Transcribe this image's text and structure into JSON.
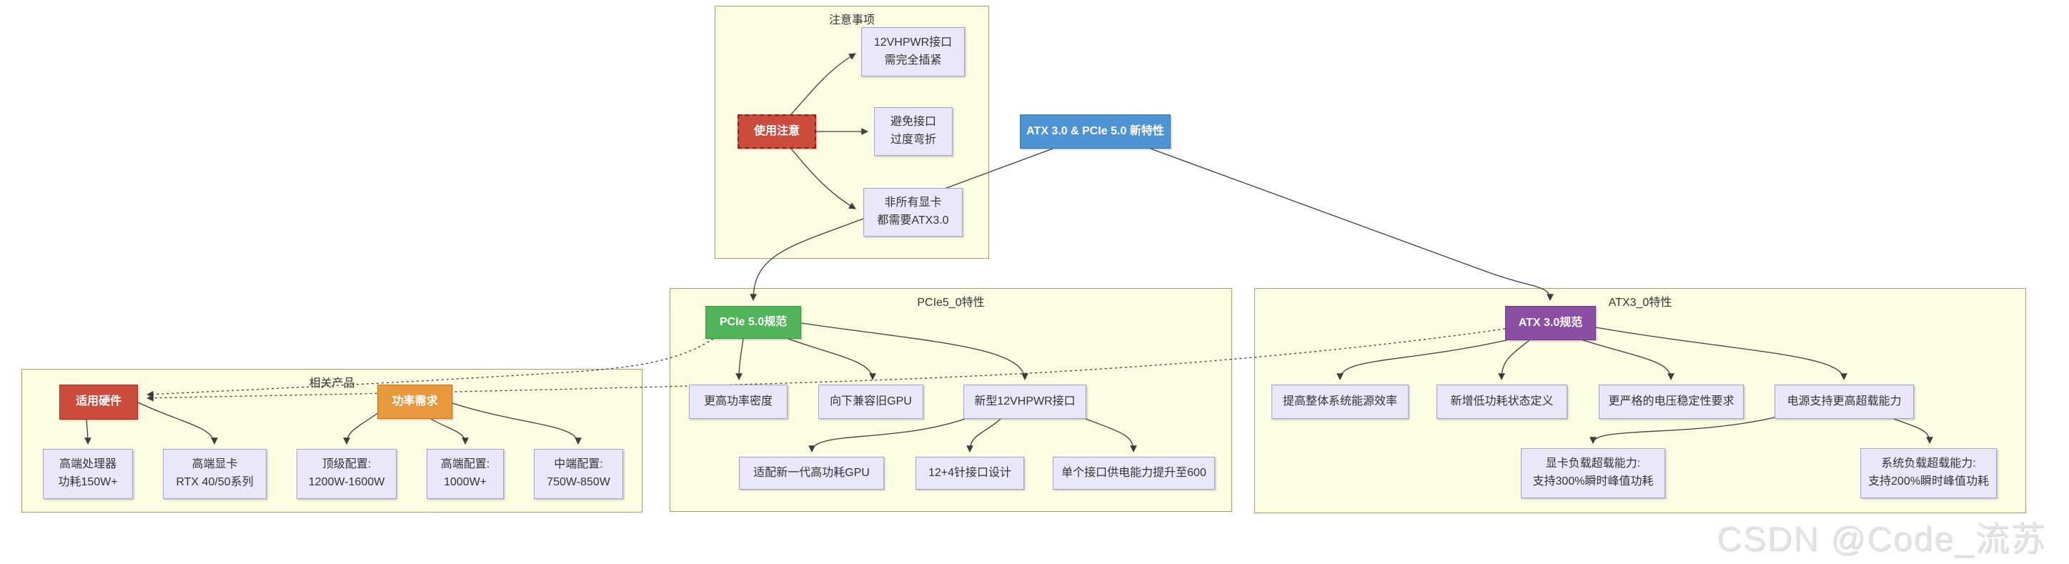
{
  "clusters": {
    "notes": {
      "title": "注意事项"
    },
    "pcie": {
      "title": "PCIe5_0特性"
    },
    "atx": {
      "title": "ATX3_0特性"
    },
    "products": {
      "title": "相关产品"
    }
  },
  "nodes": {
    "root": {
      "label": "ATX 3.0 & PCIe 5.0 新特性",
      "color": "#4e93d4"
    },
    "warn": {
      "label": "使用注意",
      "color": "#cb4b3c"
    },
    "note_plug": {
      "label": "12VHPWR接口\n需完全插紧"
    },
    "note_bend": {
      "label": "避免接口\n过度弯折"
    },
    "note_not_all": {
      "label": "非所有显卡\n都需要ATX3.0"
    },
    "pcie_spec": {
      "label": "PCIe 5.0规范",
      "color": "#50b45a"
    },
    "power_density": {
      "label": "更高功率密度"
    },
    "backward_compat": {
      "label": "向下兼容旧GPU"
    },
    "new_12vhpwr": {
      "label": "新型12VHPWR接口"
    },
    "new_gpu": {
      "label": "适配新一代高功耗GPU"
    },
    "pin_design": {
      "label": "12+4针接口设计"
    },
    "single_connector": {
      "label": "单个接口供电能力提升至600"
    },
    "atx_spec": {
      "label": "ATX 3.0规范",
      "color": "#8a4fa3"
    },
    "efficiency": {
      "label": "提高整体系统能源效率"
    },
    "low_power": {
      "label": "新增低功耗状态定义"
    },
    "voltage": {
      "label": "更严格的电压稳定性要求"
    },
    "overload": {
      "label": "电源支持更高超载能力"
    },
    "gpu_overload": {
      "label": "显卡负载超载能力:\n支持300%瞬时峰值功耗"
    },
    "sys_overload": {
      "label": "系统负载超载能力:\n支持200%瞬时峰值功耗"
    },
    "hardware": {
      "label": "适用硬件",
      "color": "#cb4b3c"
    },
    "power_req": {
      "label": "功率需求",
      "color": "#e9973d"
    },
    "cpu": {
      "label": "高端处理器\n功耗150W+"
    },
    "gpu": {
      "label": "高端显卡\nRTX 40/50系列"
    },
    "top_config": {
      "label": "顶级配置:\n1200W-1600W"
    },
    "high_config": {
      "label": "高端配置:\n1000W+"
    },
    "mid_config": {
      "label": "中端配置:\n750W-850W"
    }
  },
  "watermark": "CSDN @Code_流苏"
}
